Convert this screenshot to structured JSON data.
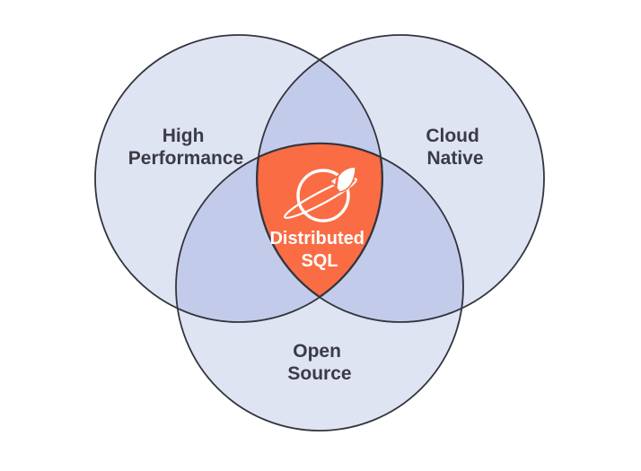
{
  "diagram": {
    "type": "venn",
    "sets": [
      {
        "id": "high-performance",
        "line1": "High",
        "line2": "Performance"
      },
      {
        "id": "cloud-native",
        "line1": "Cloud",
        "line2": "Native"
      },
      {
        "id": "open-source",
        "line1": "Open",
        "line2": "Source"
      }
    ],
    "intersection": {
      "line1": "Distributed",
      "line2": "SQL",
      "icon": "planet-rocket-icon"
    },
    "colors": {
      "background": "#FFFFFF",
      "circle_fill": "#DFE4F3",
      "overlap_fill": "#C2CCEA",
      "center_fill": "#FA6C43",
      "outline": "#34343E",
      "label_text": "#3B3B45",
      "center_text": "#FFFFFF"
    }
  }
}
